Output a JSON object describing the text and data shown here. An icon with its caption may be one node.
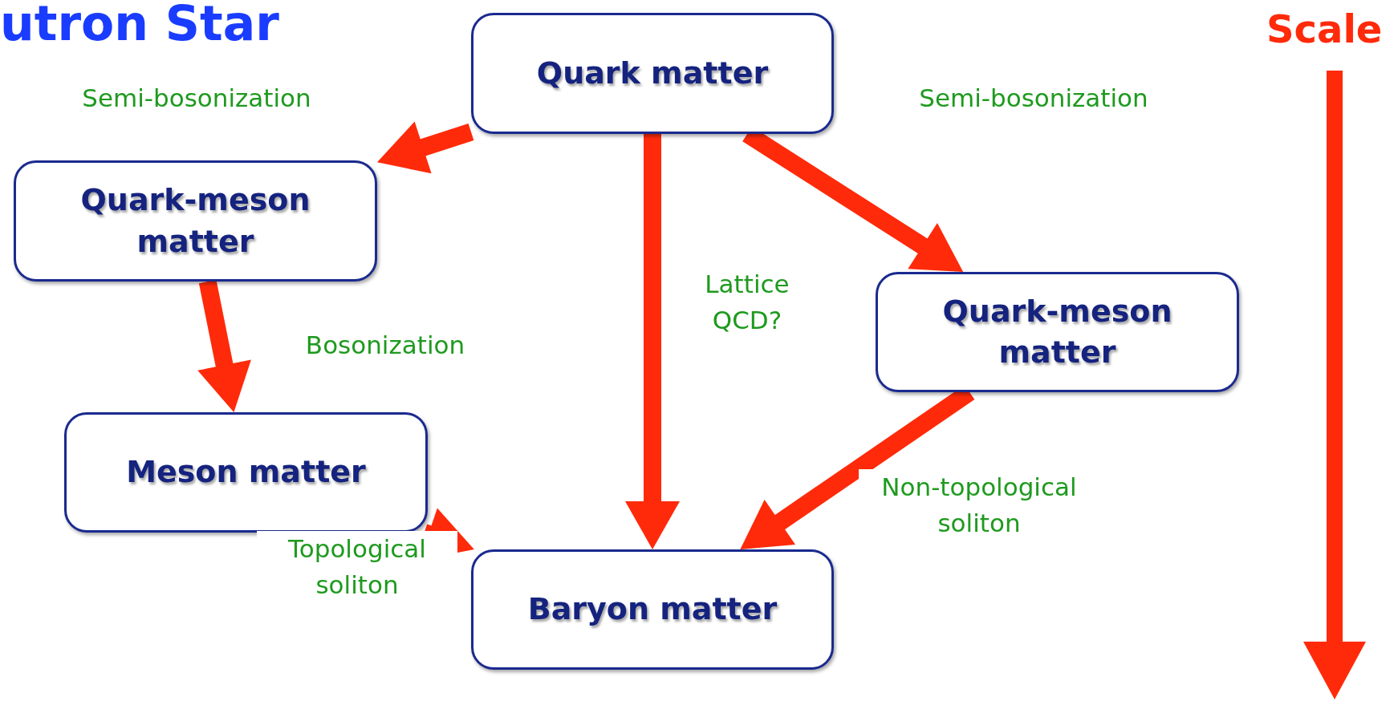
{
  "diagram": {
    "title": "utron Star",
    "nodes": [
      {
        "text": [
          "Quark matter"
        ]
      },
      {
        "text": [
          "Quark-meson matter"
        ]
      },
      {
        "text": [
          "Quark-meson matter"
        ]
      },
      {
        "text": [
          "Meson matter"
        ]
      },
      {
        "text": [
          "Baryon matter"
        ]
      }
    ],
    "edges": [
      {
        "from": 0,
        "to": 1,
        "arrow": "to",
        "label": "Semi-bosonization"
      },
      {
        "from": 0,
        "to": 2,
        "arrow": "to",
        "label": "Semi-bosonization"
      },
      {
        "from": 1,
        "to": 3,
        "arrow": "to",
        "label": "Bosonization"
      },
      {
        "from": 0,
        "to": 4,
        "arrow": "to",
        "label": "Lattice QCD?"
      },
      {
        "from": 2,
        "to": 4,
        "arrow": "to",
        "label": "Non-topological soliton"
      },
      {
        "from": 3,
        "to": 4,
        "arrow": "to",
        "label": "Topological soliton"
      }
    ],
    "labels": [
      "Scale"
    ]
  }
}
